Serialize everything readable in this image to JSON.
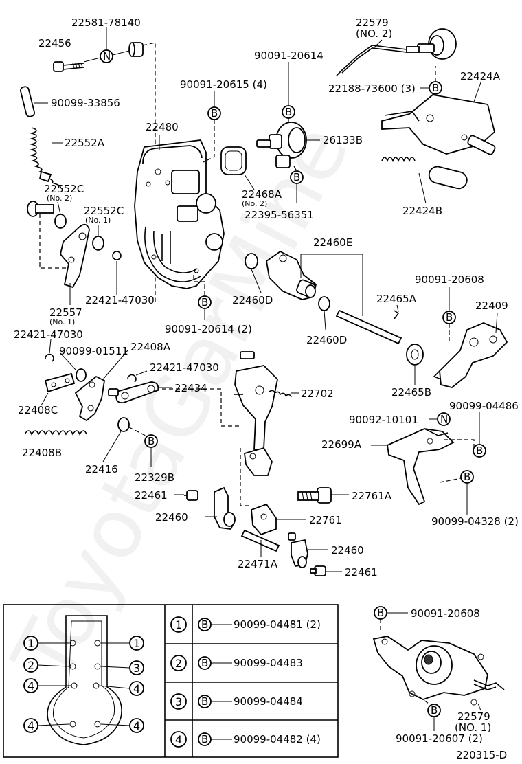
{
  "diagram_id": "220315-D",
  "watermark": "ToyotaGarMine",
  "callouts": {
    "c1": "22581-78140",
    "c2": "22456",
    "c3": "90099-33856",
    "c4": "22552A",
    "c5": "22552C",
    "c5n": "(No. 2)",
    "c6": "22552C",
    "c6n": "(No. 1)",
    "c7": "22557",
    "c7n": "(No. 1)",
    "c8": "22421-47030",
    "c9": "22480",
    "c10": "90091-20615 (4)",
    "c11": "90091-20614",
    "c12": "26133B",
    "c13": "22468A",
    "c13n": "(No. 2)",
    "c14": "22395-56351",
    "c15": "22579",
    "c15n": "(NO. 2)",
    "c16": "22188-73600 (3)",
    "c17": "22424A",
    "c18": "22424B",
    "c19": "22460E",
    "c20": "22460D",
    "c21": "22460D",
    "c22": "90091-20614 (2)",
    "c23": "22465A",
    "c24": "22465B",
    "c25": "90091-20608",
    "c26": "22409",
    "c27": "22421-47030",
    "c28": "90099-01511",
    "c29": "22408A",
    "c30": "22421-47030",
    "c31": "22434",
    "c32": "22702",
    "c33": "22408C",
    "c34": "22408B",
    "c35": "22416",
    "c36": "22329B",
    "c37": "90092-10101",
    "c38": "90099-04486",
    "c39": "22699A",
    "c40": "22461",
    "c41": "22761A",
    "c42": "22460",
    "c43": "22761",
    "c44": "90099-04328 (2)",
    "c45": "22460",
    "c46": "22471A",
    "c47": "22461",
    "c48": "90091-20608",
    "c49": "22579",
    "c49n": "(NO. 1)",
    "c50": "90091-20607 (2)"
  },
  "symbols": {
    "N": "N",
    "B": "B",
    "one": "1",
    "two": "2",
    "three": "3",
    "four": "4"
  },
  "legend": {
    "rows": [
      {
        "num": "1",
        "sym": "B",
        "part": "90099-04481 (2)"
      },
      {
        "num": "2",
        "sym": "B",
        "part": "90099-04483"
      },
      {
        "num": "3",
        "sym": "B",
        "part": "90099-04484"
      },
      {
        "num": "4",
        "sym": "B",
        "part": "90099-04482 (4)"
      }
    ]
  }
}
